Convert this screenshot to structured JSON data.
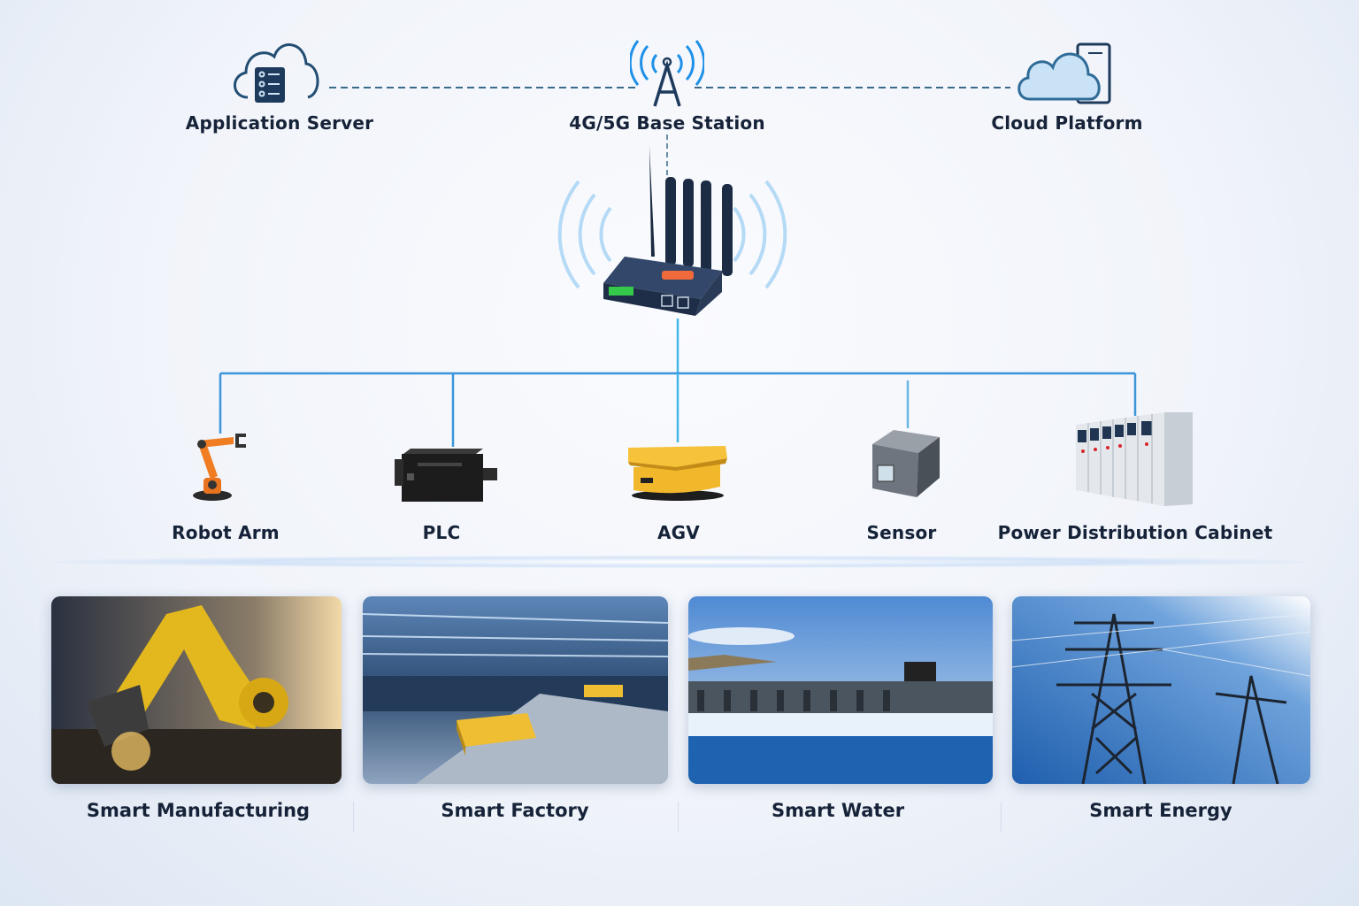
{
  "top_nodes": [
    {
      "label": "Application Server",
      "icon": "cloud-server-icon"
    },
    {
      "label": "4G/5G Base Station",
      "icon": "cell-tower-icon"
    },
    {
      "label": "Cloud Platform",
      "icon": "cloud-platform-icon"
    }
  ],
  "gateway": {
    "icon": "router-icon"
  },
  "devices": [
    {
      "label": "Robot Arm",
      "icon": "robot-arm-icon"
    },
    {
      "label": "PLC",
      "icon": "plc-icon"
    },
    {
      "label": "AGV",
      "icon": "agv-icon"
    },
    {
      "label": "Sensor",
      "icon": "sensor-icon"
    },
    {
      "label": "Power Distribution Cabinet",
      "icon": "cabinet-icon"
    }
  ],
  "applications": [
    {
      "label": "Smart Manufacturing"
    },
    {
      "label": "Smart Factory"
    },
    {
      "label": "Smart Water"
    },
    {
      "label": "Smart Energy"
    }
  ],
  "colors": {
    "line": "#3b95d8",
    "dark": "#1d3a5c",
    "text": "#152238",
    "accent": "#f2b82c"
  }
}
